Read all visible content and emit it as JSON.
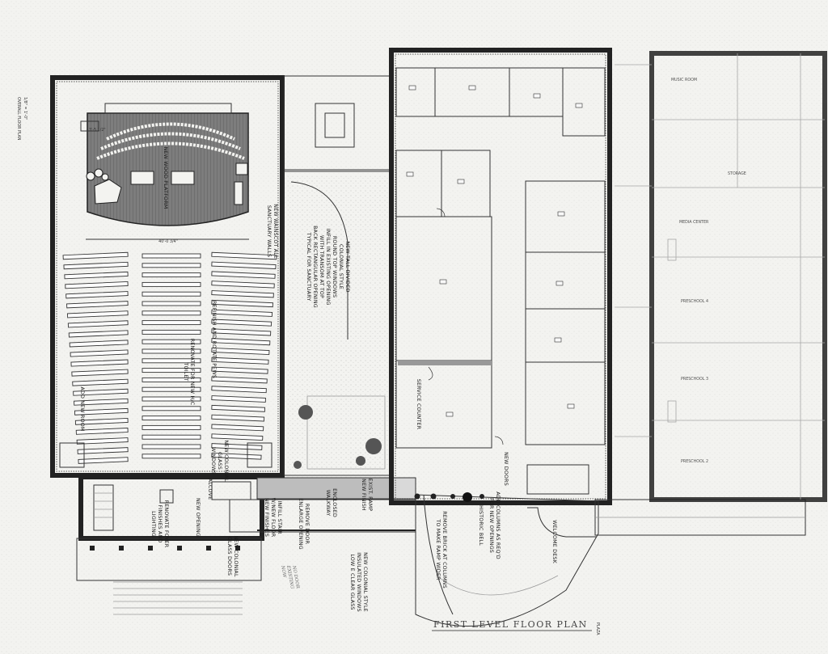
{
  "plan": {
    "title": "FIRST LEVEL FLOOR PLAN",
    "sheet_note": "OVERALL FLOOR PLAN",
    "scale_note": "1/8\" = 1'-0\"",
    "dims": {
      "platform_width": "40'-0 3/4\"",
      "stage_dim": "3'-5 1/2\""
    },
    "notes": {
      "new_wood_platform": "NEW WOOD PLATFORM",
      "wainscot": [
        "NEW WAINSCOT ALL",
        "SANCTUARY WALLS"
      ],
      "refinish_pews": "REFINISH AND ROTATE PEWS",
      "renovate_toilet": [
        "RENOVATE FOR NEW H/C",
        "TOILET"
      ],
      "add_new_room": "ADD NEW ROOM",
      "colonial_windows": [
        "NEW COLONIAL",
        "GLASS",
        "WINDOWS"
      ],
      "renovate_foyer": [
        "RENOVATE FOYER",
        "FINISHES AND",
        "LIGHTING"
      ],
      "new_opening": "NEW OPENING",
      "alcove": "ALCOVE",
      "infill_stair": [
        "INFILL STAIR",
        "W/NEW FLOOR",
        "NEW FINISHES"
      ],
      "remove_door": [
        "REMOVE DOOR",
        "ENLARGE OPENING"
      ],
      "enclosed_walkway": [
        "ENCLOSED",
        "WALKWAY"
      ],
      "new_glass_doors": [
        "NEW COLONIAL",
        "GLASS DOORS"
      ],
      "tall_windows": [
        "NEW TALL DIVIDED",
        "COLONIAL STYLE",
        "ROUND TOP WINDOWS",
        "INFILL IN EXISTING OPENING",
        "WITH TRANSOM AT TOP",
        "BACK RECTANGULAR OPENING",
        "TYPICAL FOR SANCTUARY"
      ],
      "insulated_windows": [
        "NEW COLONIAL STYLE",
        "INSULATED WINDOWS",
        "LOW E CLEAR GLASS"
      ],
      "ramp_finish": [
        "EXIST. RAMP",
        "NEW FINISH"
      ],
      "remove_brick": [
        "REMOVE BRICK AT COLUMNS",
        "TO MAKE RAMP WIDER"
      ],
      "historic_bell": "HISTORIC BELL",
      "add_columns": [
        "ADD COLUMNS AS REQ'D",
        "FOR NEW OPENINGS"
      ],
      "welcome_desk": "WELCOME DESK",
      "new_doors": "NEW DOORS",
      "service_counter": "SERVICE COUNTER",
      "no_door_hand": [
        "NO DOOR",
        "EXISTING",
        "NOW"
      ],
      "plaza": "PLAZA",
      "media_center": "MEDIA CENTER",
      "preschool_1": "PRESCHOOL 4",
      "preschool_2": "PRESCHOOL 3",
      "preschool_3": "PRESCHOOL 2",
      "storage": "STORAGE",
      "music_room": "MUSIC ROOM"
    }
  }
}
